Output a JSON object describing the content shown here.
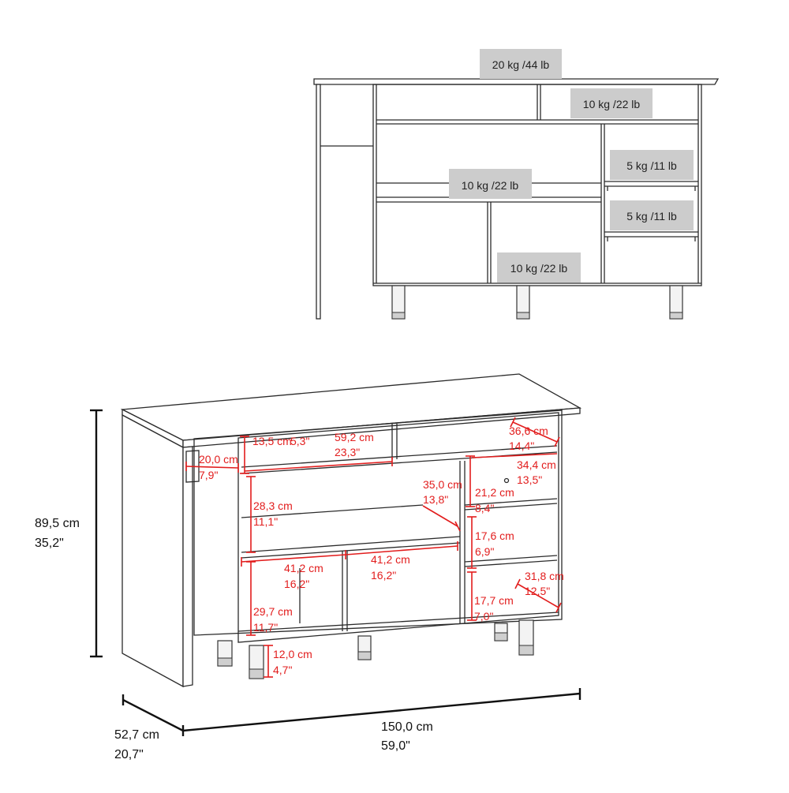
{
  "load_view": {
    "top": "20 kg /44 lb",
    "upper_right_shelf": "10 kg /22 lb",
    "right_upper_shelf": "5 kg /11 lb",
    "right_lower_shelf": "5 kg /11 lb",
    "middle_shelf": "10 kg /22 lb",
    "bottom": "10 kg /22 lb"
  },
  "overall": {
    "height_cm": "89,5 cm",
    "height_in": "35,2\"",
    "depth_cm": "52,7 cm",
    "depth_in": "20,7\"",
    "width_cm": "150,0 cm",
    "width_in": "59,0\""
  },
  "inner": {
    "a_cm": "13,5 cm",
    "a_in": "5,3\"",
    "b_cm": "59,2 cm",
    "b_in": "23,3\"",
    "c_cm": "36,6 cm",
    "c_in": "14,4\"",
    "d_cm": "20,0 cm",
    "d_in": "7,9\"",
    "e_cm": "34,4 cm",
    "e_in": "13,5\"",
    "f_cm": "35,0 cm",
    "f_in": "13,8\"",
    "g_cm": "21,2 cm",
    "g_in": "8,4\"",
    "h_cm": "28,3 cm",
    "h_in": "11,1\"",
    "i_cm": "17,6 cm",
    "i_in": "6,9\"",
    "j_cm": "41,2 cm",
    "j_in": "16,2\"",
    "k_cm": "41,2 cm",
    "k_in": "16,2\"",
    "l_cm": "31,8 cm",
    "l_in": "12,5\"",
    "m_cm": "29,7 cm",
    "m_in": "11,7\"",
    "n_cm": "17,7 cm",
    "n_in": "7,0\"",
    "o_cm": "12,0 cm",
    "o_in": "4,7\""
  },
  "colors": {
    "dimension_red": "#e21d1d",
    "badge_gray": "#cccccc",
    "line": "#2b2b2b"
  }
}
